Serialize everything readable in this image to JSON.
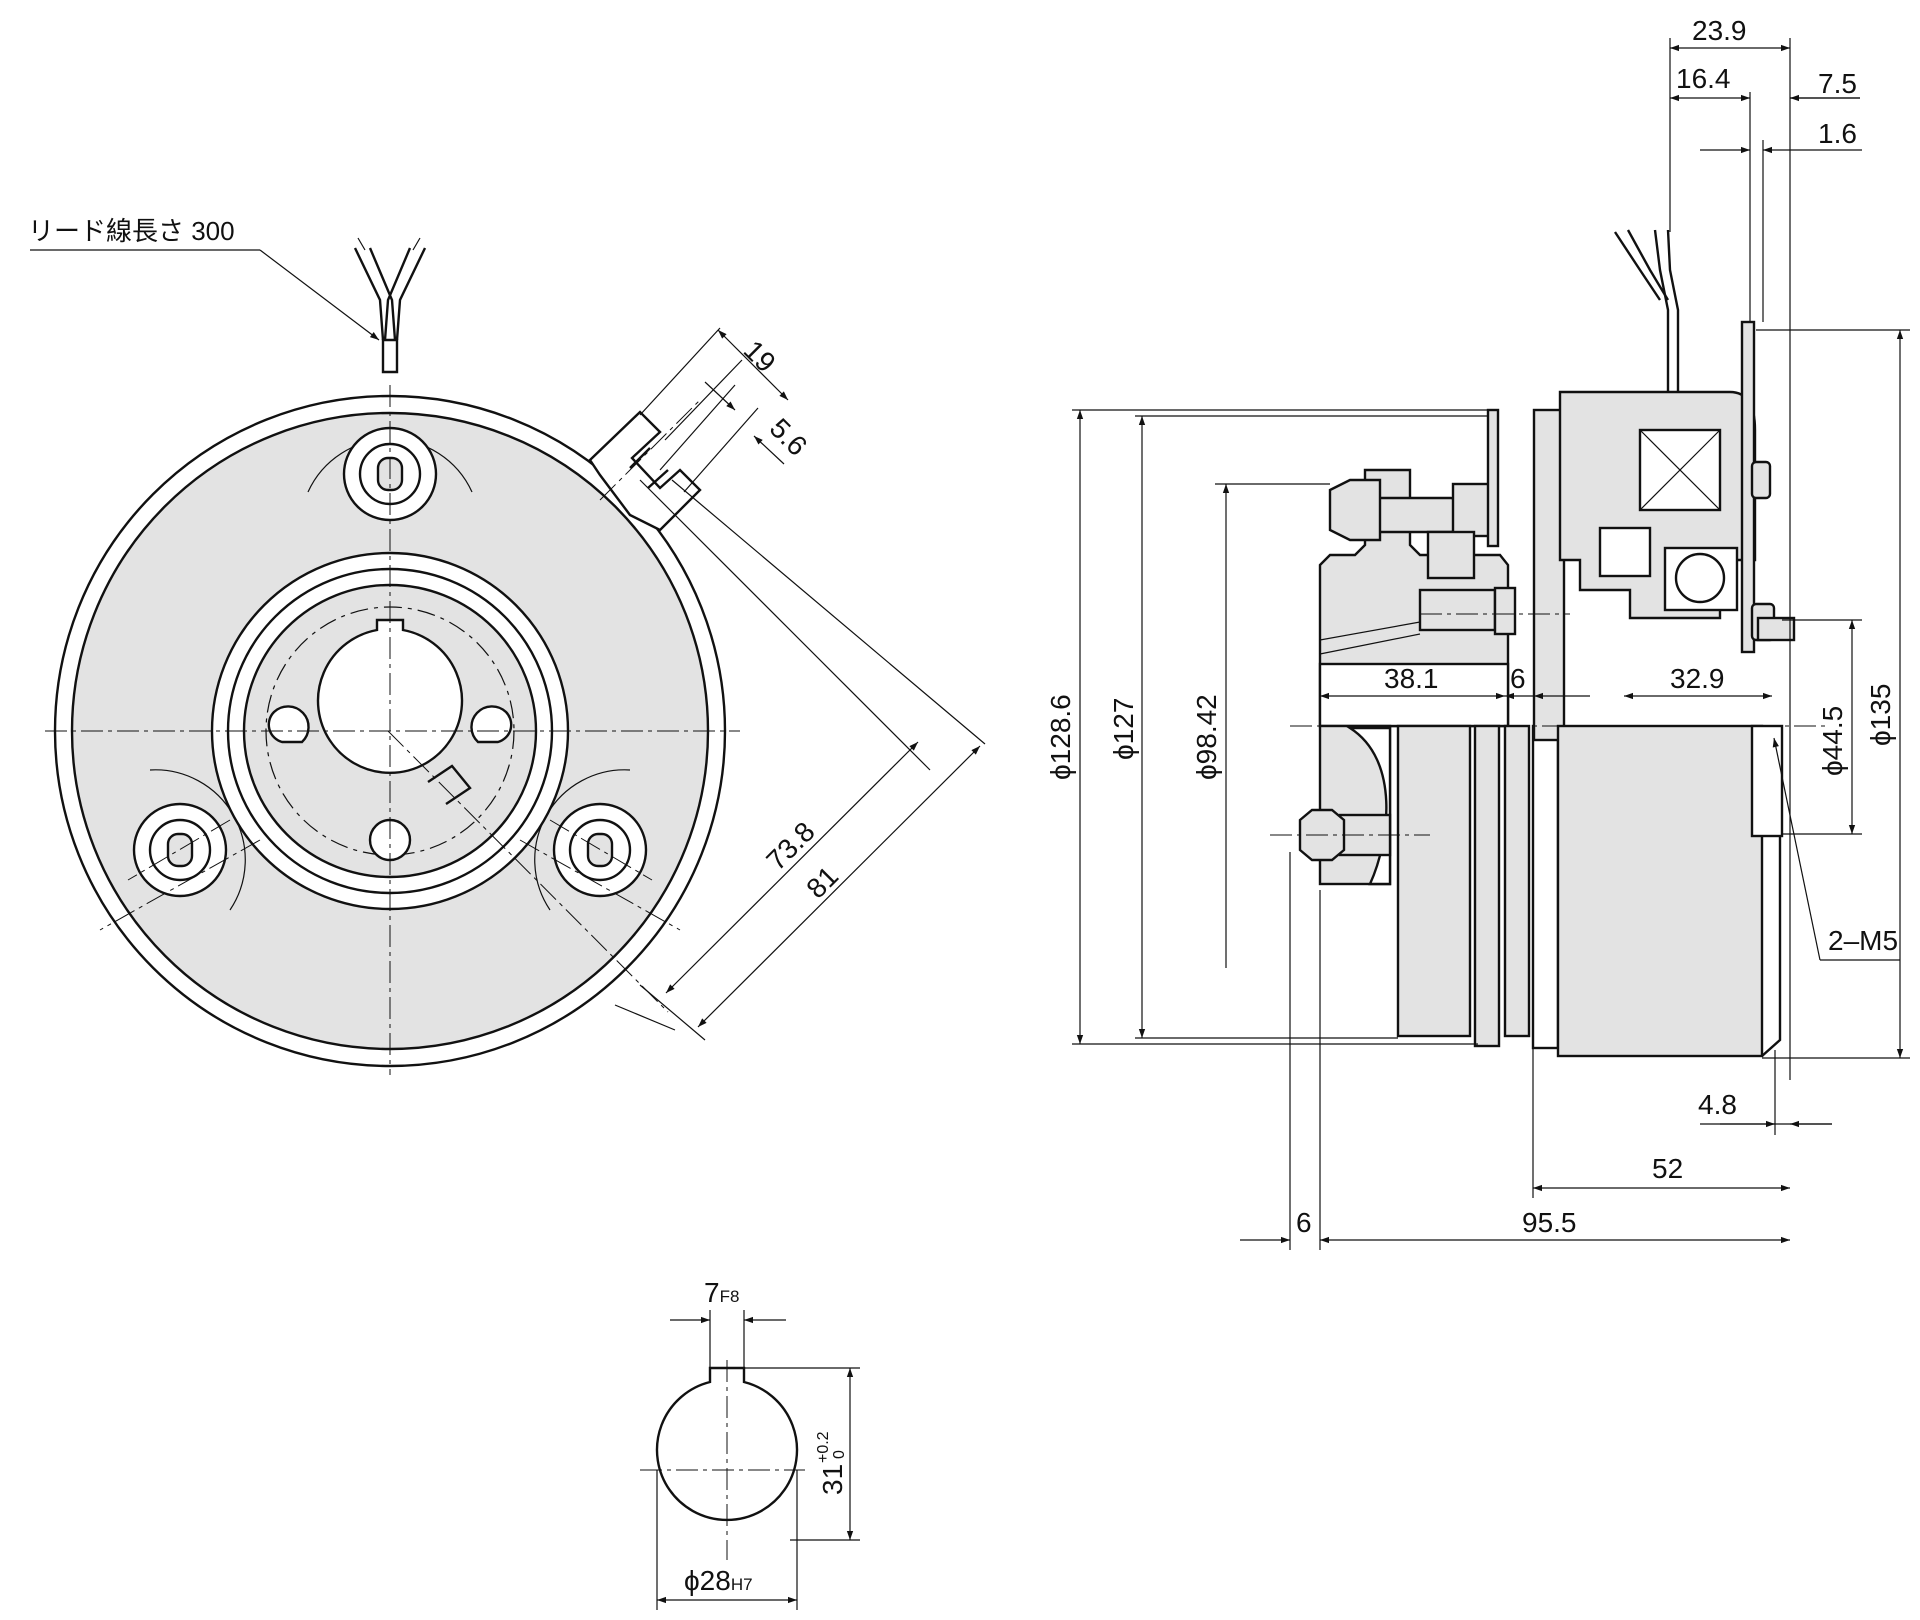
{
  "labels": {
    "lead_wire": "リード線長さ 300",
    "d_19": "19",
    "d_5_6": "5.6",
    "d_73_8": "73.8",
    "d_81": "81",
    "d_23_9": "23.9",
    "d_16_4": "16.4",
    "d_7_5": "7.5",
    "d_1_6": "1.6",
    "d_phi128_6": "ϕ128.6",
    "d_phi127": "ϕ127",
    "d_phi98_42": "ϕ98.42",
    "d_38_1": "38.1",
    "d_6_mid": "6",
    "d_32_9": "32.9",
    "d_phi44_5": "ϕ44.5",
    "d_phi135": "ϕ135",
    "d_2_m5": "2–M5",
    "d_4_8": "4.8",
    "d_52": "52",
    "d_6_bottom": "6",
    "d_95_5": "95.5",
    "key_width": "7",
    "key_width_tol": "F8",
    "key_depth": "31",
    "key_depth_tol_upper": "+0.2",
    "key_depth_tol_lower": "0",
    "bore_dia": "ϕ28",
    "bore_dia_tol": "H7"
  }
}
